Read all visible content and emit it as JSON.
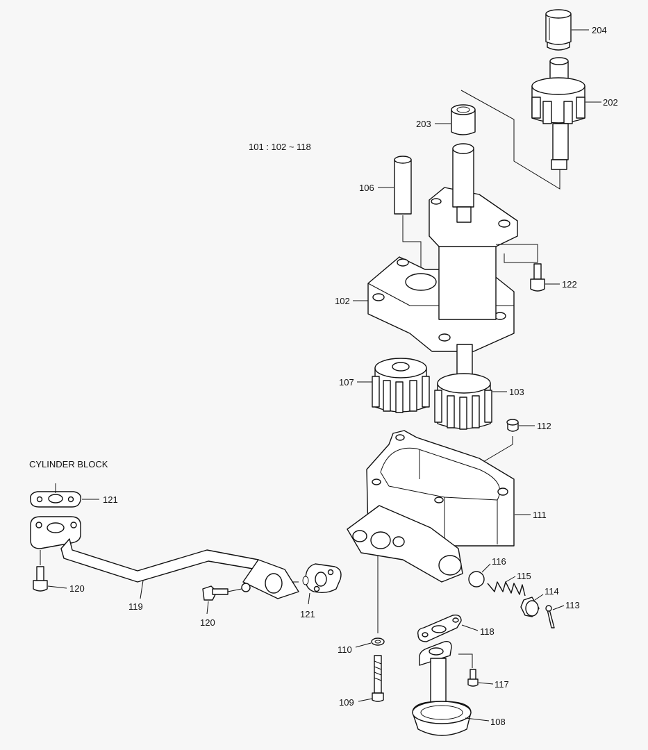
{
  "diagram": {
    "range_note": "101 : 102 ~ 118",
    "caption_cylinder_block": "CYLINDER BLOCK",
    "labels": {
      "p204": "204",
      "p202": "202",
      "p203": "203",
      "p106": "106",
      "p122": "122",
      "p102": "102",
      "p107": "107",
      "p103": "103",
      "p112": "112",
      "p121a": "121",
      "p111": "111",
      "p120a": "120",
      "p119": "119",
      "p120b": "120",
      "p121b": "121",
      "p116": "116",
      "p115": "115",
      "p114": "114",
      "p113": "113",
      "p118": "118",
      "p110": "110",
      "p117": "117",
      "p109": "109",
      "p108": "108"
    }
  }
}
